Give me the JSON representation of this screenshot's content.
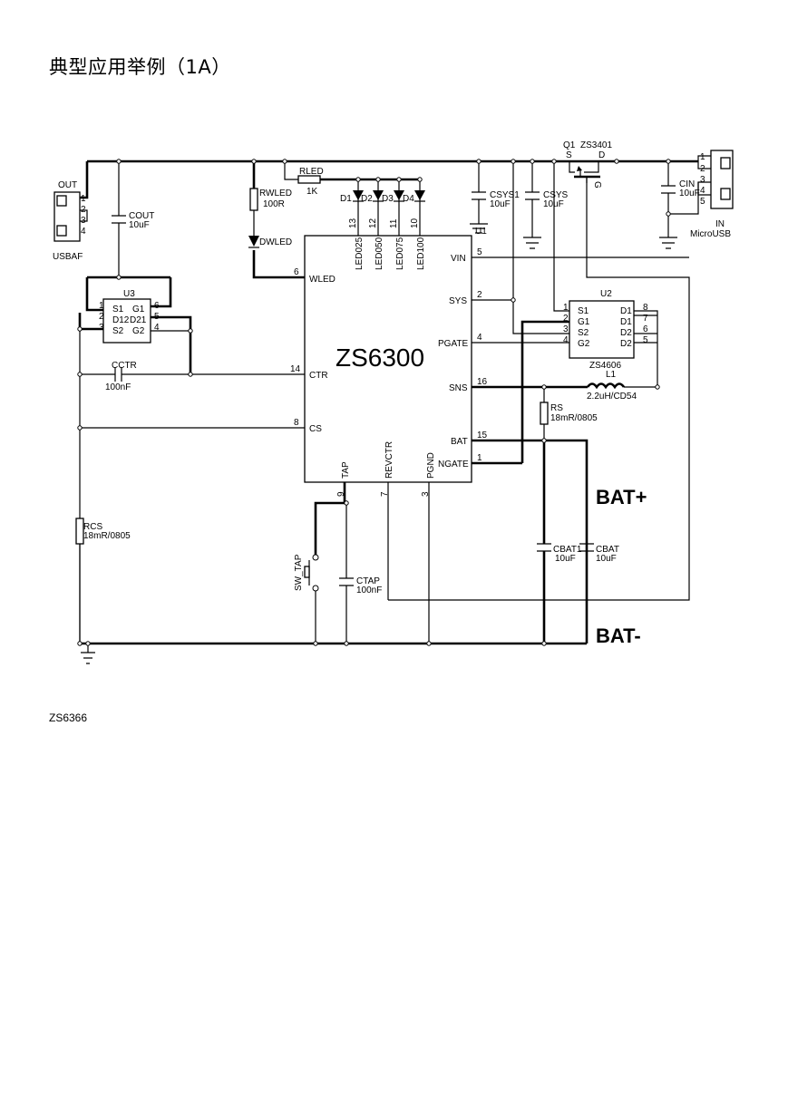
{
  "page": {
    "heading": "典型应用举例（1A）",
    "footnote": "ZS6366"
  },
  "chip_u1": {
    "ref": "U1",
    "name": "ZS6300",
    "pins_left": [
      {
        "label": "WLED",
        "num": "6"
      },
      {
        "label": "CTR",
        "num": "14"
      },
      {
        "label": "CS",
        "num": "8"
      }
    ],
    "pins_right": [
      {
        "label": "VIN",
        "num": "5"
      },
      {
        "label": "SYS",
        "num": "2"
      },
      {
        "label": "PGATE",
        "num": "4"
      },
      {
        "label": "SNS",
        "num": "16"
      },
      {
        "label": "BAT",
        "num": "15"
      },
      {
        "label": "NGATE",
        "num": "1"
      }
    ],
    "pins_top": [
      {
        "label": "LED025",
        "num": "13"
      },
      {
        "label": "LED050",
        "num": "12"
      },
      {
        "label": "LED075",
        "num": "11"
      },
      {
        "label": "LED100",
        "num": "10"
      }
    ],
    "pins_bottom": [
      {
        "label": "TAP",
        "num": "9"
      },
      {
        "label": "REVCTR",
        "num": "7"
      },
      {
        "label": "PGND",
        "num": "3"
      }
    ]
  },
  "chip_u2": {
    "ref": "U2",
    "name": "ZS4606",
    "left": [
      {
        "label": "S1",
        "num": "1"
      },
      {
        "label": "G1",
        "num": "2"
      },
      {
        "label": "S2",
        "num": "3"
      },
      {
        "label": "G2",
        "num": "4"
      }
    ],
    "right": [
      {
        "label": "D1",
        "num": "8"
      },
      {
        "label": "D1",
        "num": "7"
      },
      {
        "label": "D2",
        "num": "6"
      },
      {
        "label": "D2",
        "num": "5"
      }
    ]
  },
  "chip_u3": {
    "ref": "U3",
    "left": [
      {
        "label": "S1",
        "num": "1"
      },
      {
        "label": "D12",
        "num": "2"
      },
      {
        "label": "S2",
        "num": "3"
      }
    ],
    "right": [
      {
        "label": "G1",
        "num": "6"
      },
      {
        "label": "D21",
        "num": "5"
      },
      {
        "label": "G2",
        "num": "4"
      }
    ]
  },
  "q1": {
    "ref": "Q1",
    "name": "ZS3401",
    "s": "S",
    "d": "D",
    "g": "G"
  },
  "connectors": {
    "out": {
      "name": "OUT",
      "sub": "USBAF",
      "pins": [
        "1",
        "2",
        "3",
        "4"
      ]
    },
    "in": {
      "name": "IN",
      "sub": "MicroUSB",
      "pins": [
        "1",
        "2",
        "3",
        "4",
        "5"
      ]
    }
  },
  "components": {
    "rled": {
      "ref": "RLED",
      "value": "1K"
    },
    "rwled": {
      "ref": "RWLED",
      "value": "100R"
    },
    "dwled": {
      "ref": "DWLED"
    },
    "d1": "D1",
    "d2": "D2",
    "d3": "D3",
    "d4": "D4",
    "cout": {
      "ref": "COUT",
      "value": "10uF"
    },
    "csys1": {
      "ref": "CSYS1",
      "value": "10uF"
    },
    "csys": {
      "ref": "CSYS",
      "value": "10uF"
    },
    "cin": {
      "ref": "CIN",
      "value": "10uF"
    },
    "cctr": {
      "ref": "CCTR",
      "value": "100nF"
    },
    "rcs": {
      "ref": "RCS",
      "value": "18mR/0805"
    },
    "rs": {
      "ref": "RS",
      "value": "18mR/0805"
    },
    "l1": {
      "ref": "L1",
      "value": "2.2uH/CD54"
    },
    "cbat1": {
      "ref": "CBAT1",
      "value": "10uF"
    },
    "cbat": {
      "ref": "CBAT",
      "value": "10uF"
    },
    "ctap": {
      "ref": "CTAP",
      "value": "100nF"
    },
    "sw_tap": {
      "ref": "SW_TAP"
    }
  },
  "net_labels": {
    "bat_plus": "BAT+",
    "bat_minus": "BAT-"
  }
}
